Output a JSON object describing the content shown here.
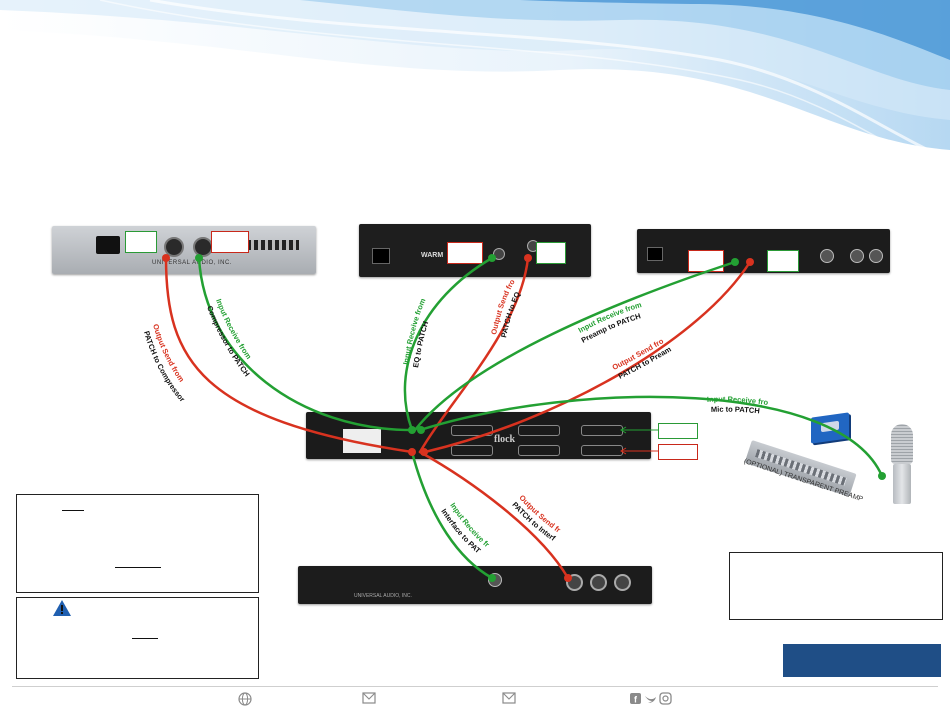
{
  "colors": {
    "send": "#d8321f",
    "receive": "#23a033",
    "header_blue": "#1a78c8",
    "badge": "#1f4e86"
  },
  "connection_labels": {
    "comp_send_a": "Output Send from",
    "comp_send_b": "PATCH to Compressor",
    "comp_recv_a": "Input Receive from",
    "comp_recv_b": "Compressor to PATCH",
    "eq_recv_a": "Input Receive from",
    "eq_recv_b": "EQ to PATCH",
    "eq_send_a": "Output Send from",
    "eq_send_b": "PATCH to EQ",
    "pre_recv_a": "Input Receive from",
    "pre_recv_b": "Preamp to PATCH",
    "pre_send_a": "Output Send from",
    "pre_send_b": "PATCH to Preamp",
    "mic_recv_a": "Input Receive from",
    "mic_recv_b": "Mic to PATCH",
    "if_recv_a": "Input Receive from",
    "if_recv_b": "Interface to PATCH",
    "if_send_a": "Output Send from",
    "if_send_b": "PATCH to Interface"
  },
  "devices": {
    "compressor_plate": "UNIVERSAL AUDIO, INC.",
    "eq_brand": "WARM",
    "patchbay_brand": "flock",
    "interface_brand": "UNIVERSAL AUDIO, INC."
  },
  "optional_preamp": "(OPTIONAL) TRANSPARENT PREAMP",
  "footer_icons": {
    "web": "web-icon",
    "email1": "email-icon",
    "email2": "email-icon",
    "social": "social-icons"
  }
}
